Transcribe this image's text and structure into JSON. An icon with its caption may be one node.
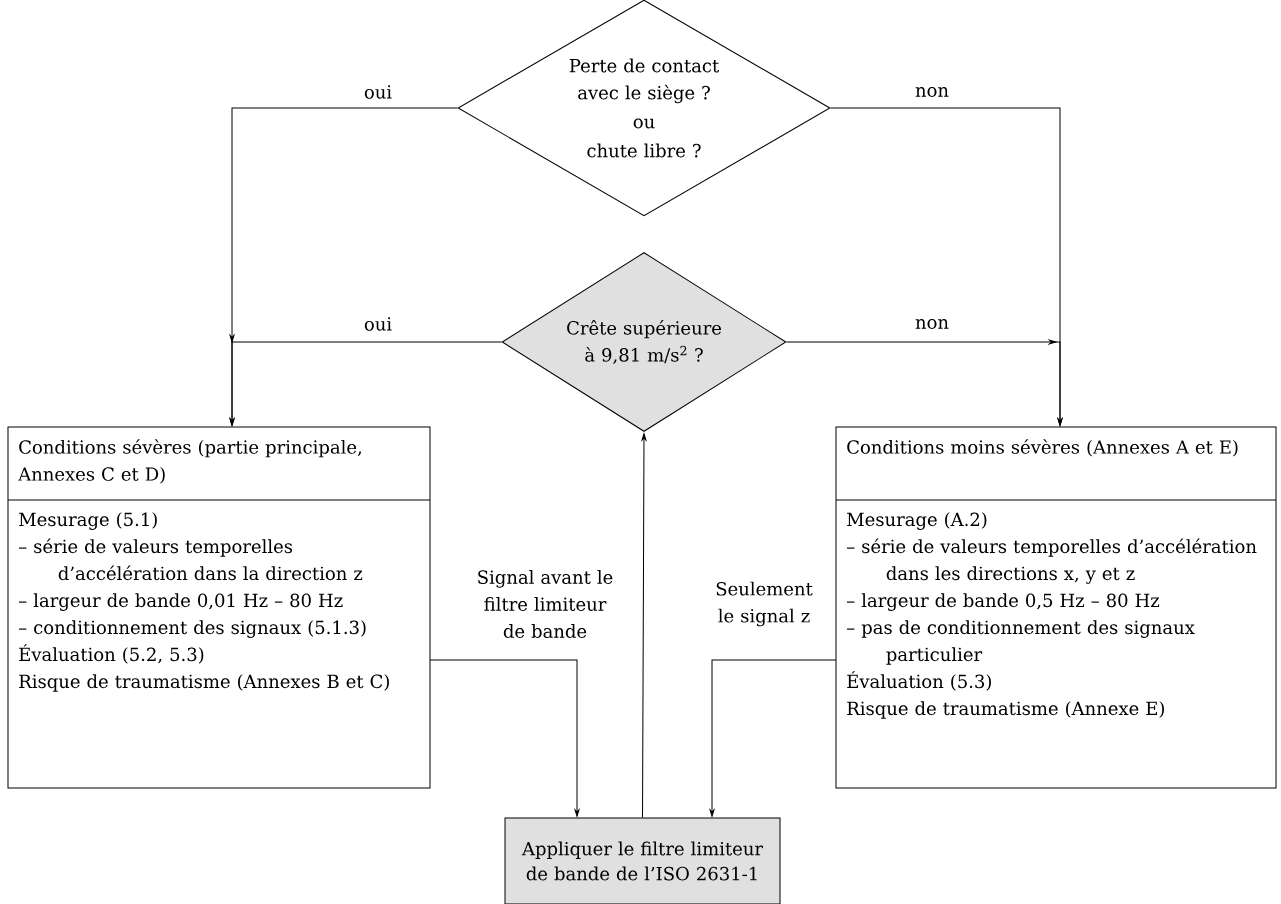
{
  "diagram": {
    "nodes": [
      {
        "text": [
          "Perte de contact avec le siège ?",
          "ou",
          "chute libre ?"
        ]
      },
      {
        "text": [
          "Crête supérieure à 9,81 m/s$^{2}$ ?"
        ]
      },
      {
        "text": [
          "Conditions sévères (partie principale, Annexes C et D)",
          "Mesurage (5.1)",
          "– série de valeurs temporelles d’accélération dans la direction z",
          "– largeur de bande 0,01 Hz – 80 Hz",
          "– conditionnement des signaux (5.1.3)",
          "Évaluation (5.2, 5.3)",
          "Risque de traumatisme (Annexes B et C)"
        ]
      },
      {
        "text": [
          "Conditions moins sévères (Annexes A et E)",
          "Mesurage (A.2)",
          "– série de valeurs temporelles d’accélération dans les directions x, y et z",
          "– largeur de bande 0,5 Hz – 80 Hz",
          "– pas de conditionnement des signaux particulier",
          "Évaluation (5.3)",
          "Risque de traumatisme (Annexe E)"
        ]
      },
      {
        "text": [
          "Appliquer le filtre limiteur de bande de l’ISO 2631-1"
        ]
      }
    ],
    "edges": [
      {
        "from": 0,
        "to": 2,
        "arrow": "to",
        "label": "oui"
      },
      {
        "from": 0,
        "to": 3,
        "arrow": "to",
        "label": "non"
      },
      {
        "from": 1,
        "to": 2,
        "arrow": "to",
        "label": "oui"
      },
      {
        "from": 1,
        "to": 3,
        "arrow": "to",
        "label": "non"
      },
      {
        "from": 4,
        "to": 1,
        "arrow": "to"
      },
      {
        "from": 2,
        "to": 4,
        "arrow": "to",
        "label": "Signal avant le filtre limiteur de bande"
      },
      {
        "from": 3,
        "to": 4,
        "arrow": "to",
        "label": "Seulement le signal z"
      }
    ]
  }
}
